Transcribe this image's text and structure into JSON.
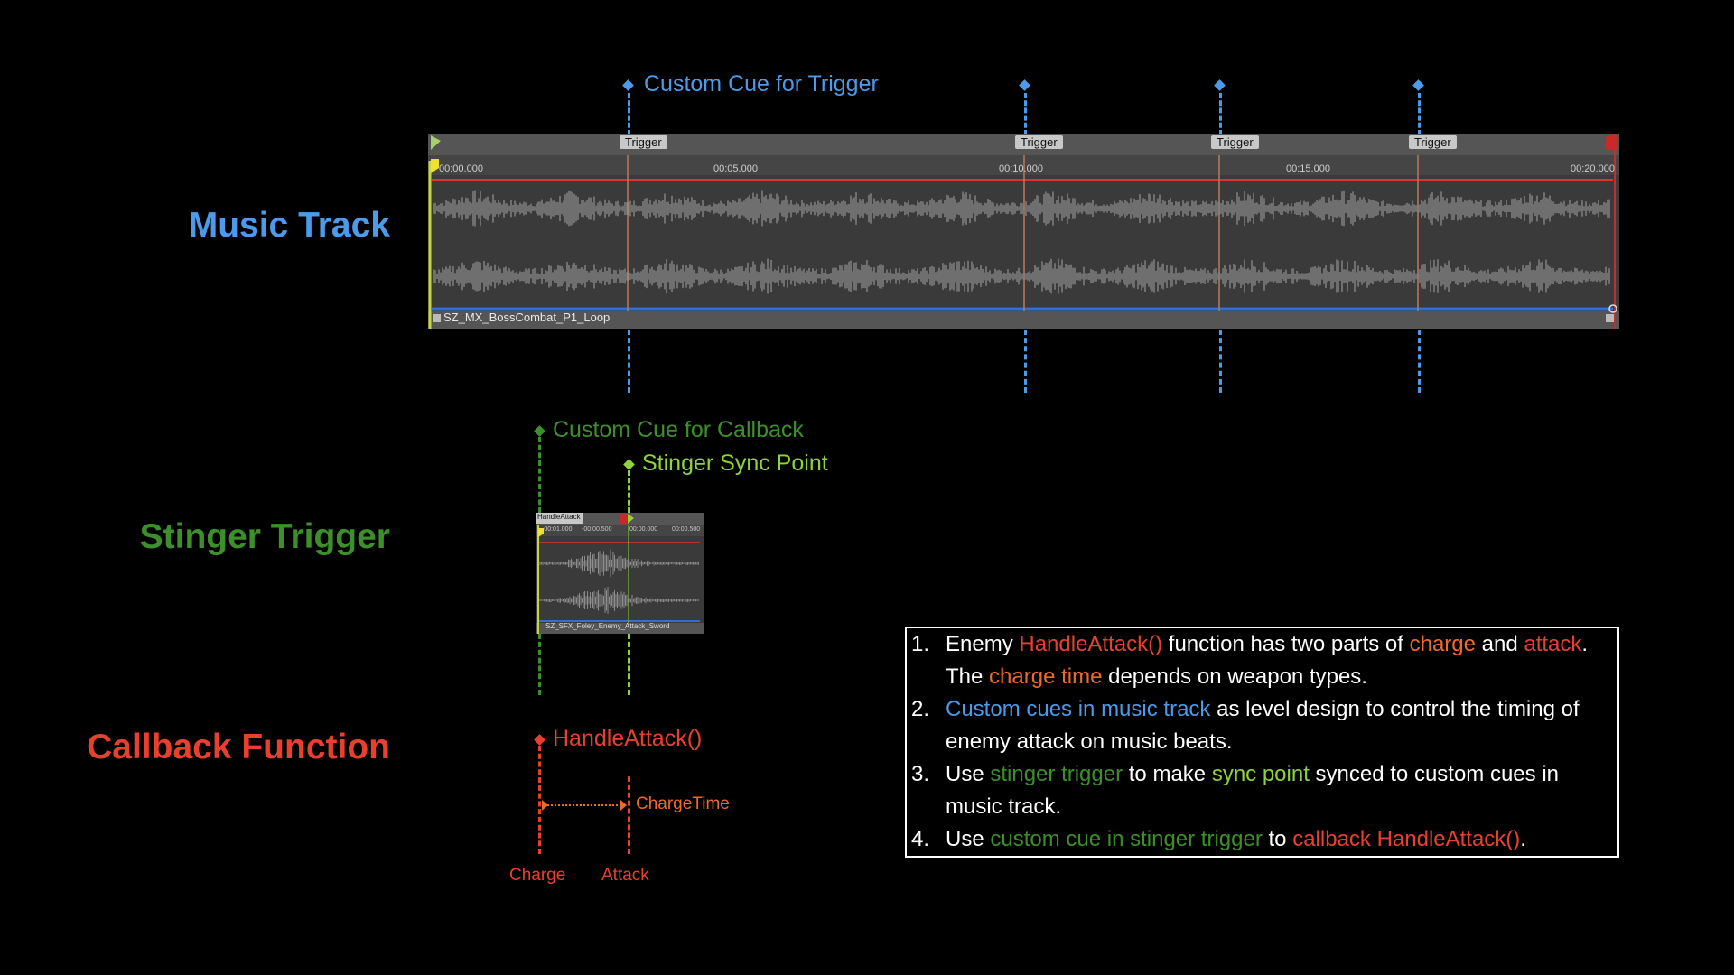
{
  "labels": {
    "music_track": "Music Track",
    "stinger_trigger": "Stinger Trigger",
    "callback_function": "Callback Function"
  },
  "cues": {
    "custom_cue_trigger": "Custom Cue for Trigger",
    "custom_cue_callback": "Custom Cue for Callback",
    "stinger_sync_point": "Stinger Sync Point",
    "handle_attack": "HandleAttack()"
  },
  "music_clip": {
    "name": "SZ_MX_BossCombat_P1_Loop",
    "trigger_label": "Trigger",
    "ticks": [
      "00:00.000",
      "00:05.000",
      "00:10.000",
      "00:15.000",
      "00:20.000"
    ]
  },
  "stinger_clip": {
    "name": "SZ_SFX_Foley_Enemy_Attack_Sword",
    "cue_label": "HandleAttack",
    "ticks": [
      "-00:01.000",
      "-00:00.500",
      "00:00.000",
      "00:00.500"
    ]
  },
  "callback": {
    "charge_time": "ChargeTime",
    "charge": "Charge",
    "attack": "Attack"
  },
  "notes": [
    {
      "num": "1.",
      "parts": [
        "Enemy ",
        "HandleAttack()",
        " function has two parts of ",
        "charge",
        " and ",
        "attack",
        ". The ",
        "charge time",
        " depends on weapon types."
      ]
    },
    {
      "num": "2.",
      "parts": [
        "Custom cues in music track",
        " as level design to control the timing of enemy attack on music beats."
      ]
    },
    {
      "num": "3.",
      "parts": [
        "Use ",
        "stinger trigger",
        " to make ",
        "sync point",
        " synced to custom cues in music track."
      ]
    },
    {
      "num": "4.",
      "parts": [
        "Use ",
        "custom cue in stinger trigger",
        " to ",
        "callback HandleAttack()",
        "."
      ]
    }
  ],
  "colors": {
    "blue": "#4b9bea",
    "green": "#3d8f2c",
    "lime": "#8fd33a",
    "red": "#e8402f",
    "orange": "#ee6a2a"
  }
}
